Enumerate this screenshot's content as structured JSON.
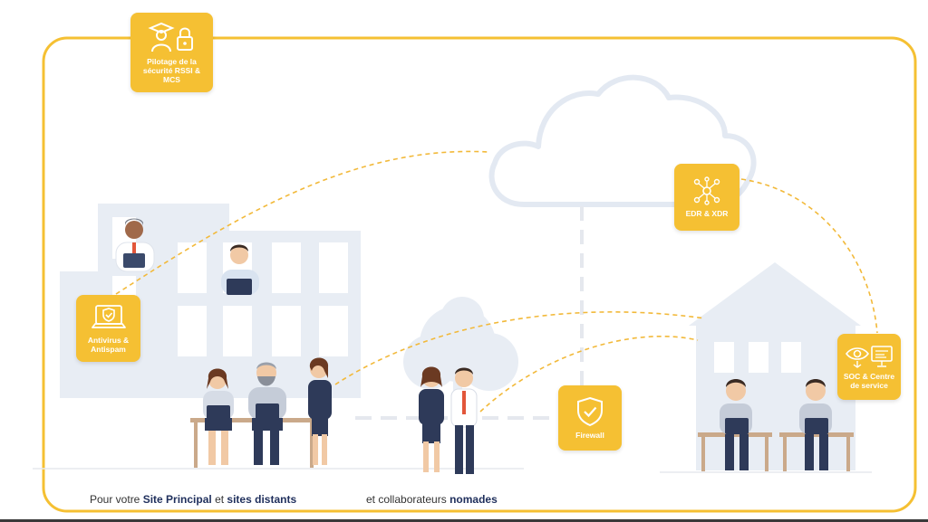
{
  "cards": {
    "pilotage": {
      "label": "Pilotage de la\nsécurité  RSSI &\nMCS",
      "icon": "user-graduate-lock-icon"
    },
    "edr": {
      "label": "EDR & XDR",
      "icon": "network-nodes-icon"
    },
    "antivirus": {
      "label": "Antivirus  &\nAntispam",
      "icon": "laptop-shield-icon"
    },
    "firewall": {
      "label": "Firewall",
      "icon": "shield-check-icon"
    },
    "soc": {
      "label": "SOC & Centre\nde service",
      "icon": "eye-monitor-icon"
    }
  },
  "caption": {
    "left_prefix": "Pour votre ",
    "left_bold1": "Site Principal",
    "left_mid": " et ",
    "left_bold2": "sites distants",
    "right_prefix": "et collaborateurs ",
    "right_bold": "nomades"
  },
  "colors": {
    "frame": "#f5c033",
    "card": "#f5c033",
    "dash": "#f2b93a",
    "silhouette": "#e7ecf3",
    "suit": "#2e3a59",
    "text_bold": "#1f2f5c"
  }
}
